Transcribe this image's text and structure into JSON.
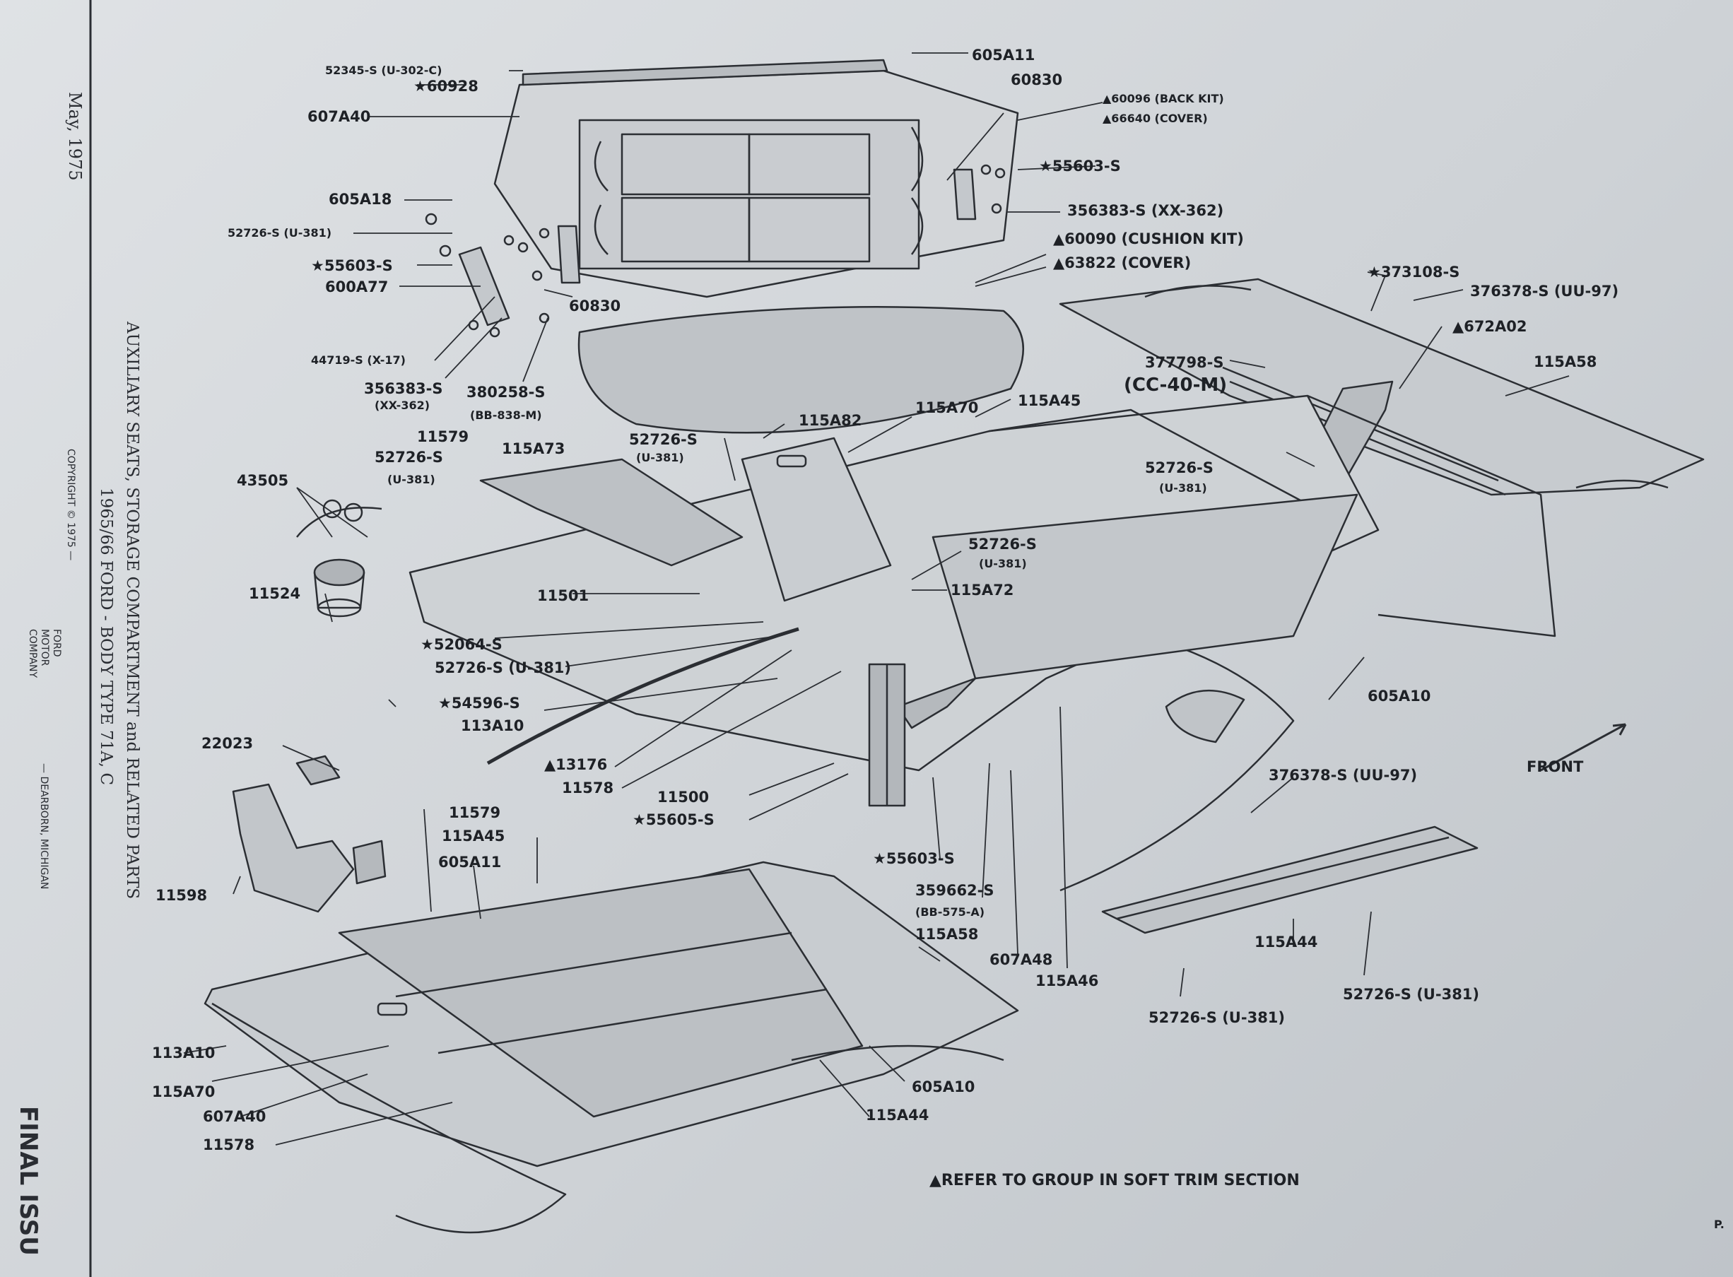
{
  "sidebar": {
    "date": "May, 1975",
    "title_line1": "AUXILIARY SEATS, STORAGE COMPARTMENT and RELATED PARTS",
    "title_line2": "1965/66  FORD - BODY TYPE 71A, C",
    "copyright": "COPYRIGHT © 1975 —",
    "company": "FORD MOTOR COMPANY",
    "location": "— DEARBORN, MICHIGAN",
    "final_issue": "FINAL ISSU"
  },
  "labels": {
    "l52345": "52345-S (U-302-C)",
    "l60928": "★60928",
    "l607A40_top": "607A40",
    "l605A11_top": "605A11",
    "l60830_top": "60830",
    "l60096": "▲60096 (BACK KIT)",
    "l66640": "▲66640 (COVER)",
    "l55603_right": "★55603-S",
    "l356383_right": "356383-S (XX-362)",
    "l60090": "▲60090 (CUSHION KIT)",
    "l63822": "▲63822 (COVER)",
    "l605A18": "605A18",
    "l52726_a": "52726-S (U-381)",
    "l55603_left": "★55603-S",
    "l600A77": "600A77",
    "l60830_mid": "60830",
    "l44719": "44719-S (X-17)",
    "l356383_left": "356383-S",
    "l356383_left_sub": "(XX-362)",
    "l380258": "380258-S",
    "l380258_sub": "(BB-838-M)",
    "l373108": "★373108-S",
    "l376378_top": "376378-S (UU-97)",
    "l672A02": "▲672A02",
    "l115A58_right": "115A58",
    "l377798": "377798-S",
    "l377798_sub": "(CC-40-M)",
    "l11579_top": "11579",
    "l52726_b": "52726-S",
    "l52726_b_sub": "(U-381)",
    "l115A73": "115A73",
    "l52726_c": "52726-S",
    "l52726_c_sub": "(U-381)",
    "l115A82": "115A82",
    "l115A70_top": "115A70",
    "l115A45_top": "115A45",
    "l52726_d": "52726-S",
    "l52726_d_sub": "(U-381)",
    "l43505": "43505",
    "l11524": "11524",
    "l11501": "11501",
    "l52726_e": "52726-S",
    "l52726_e_sub": "(U-381)",
    "l115A72": "115A72",
    "l52064": "★52064-S",
    "l52726_f": "52726-S (U-381)",
    "l54596": "★54596-S",
    "l113A10_mid": "113A10",
    "l22023": "22023",
    "l13176": "▲13176",
    "l11578_mid": "11578",
    "l11500": "11500",
    "l55605": "★55605-S",
    "l605A10_right": "605A10",
    "l front": "",
    "front": "FRONT",
    "l376378_bottom": "376378-S (UU-97)",
    "l11579_bottom": "11579",
    "l115A45_bottom": "115A45",
    "l605A11_bottom": "605A11",
    "l55603_bottom": "★55603-S",
    "l359662": "359662-S",
    "l359662_sub": "(BB-575-A)",
    "l115A58_bottom": "115A58",
    "l607A48": "607A48",
    "l115A46": "115A46",
    "l11598": "11598",
    "l115A44_right": "115A44",
    "l52726_g": "52726-S (U-381)",
    "l52726_h": "52726-S (U-381)",
    "l113A10_bottom": "113A10",
    "l115A70_bottom": "115A70",
    "l607A40_bottom": "607A40",
    "l11578_bottom": "11578",
    "l605A10_bottom": "605A10",
    "l115A44_bottom": "115A44",
    "footnote": "▲REFER TO GROUP IN SOFT TRIM SECTION",
    "page_mark": "P."
  }
}
